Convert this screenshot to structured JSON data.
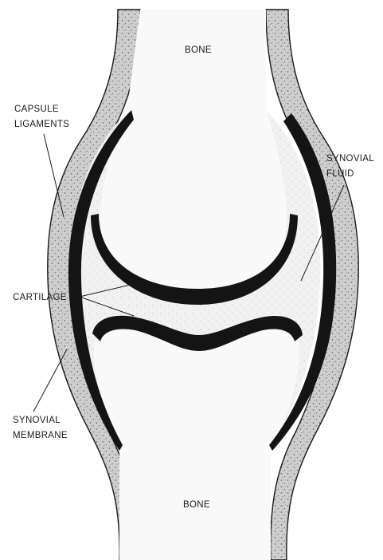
{
  "labels": {
    "bone_top": "BONE",
    "bone_bottom": "BONE",
    "capsule_line1": "CAPSULE",
    "capsule_line2": "LIGAMENTS",
    "synovial_fluid_line1": "SYNOVIAL",
    "synovial_fluid_line2": "FLUID",
    "cartilage": "CARTILAGE",
    "membrane_line1": "SYNOVIAL",
    "membrane_line2": "MEMBRANE"
  },
  "colors": {
    "background": "#ffffff",
    "capsule_fill": "#c4c4c4",
    "outline": "#1a1a1a",
    "cartilage_fill": "#141414",
    "joint_space_fill": "#ececec"
  }
}
